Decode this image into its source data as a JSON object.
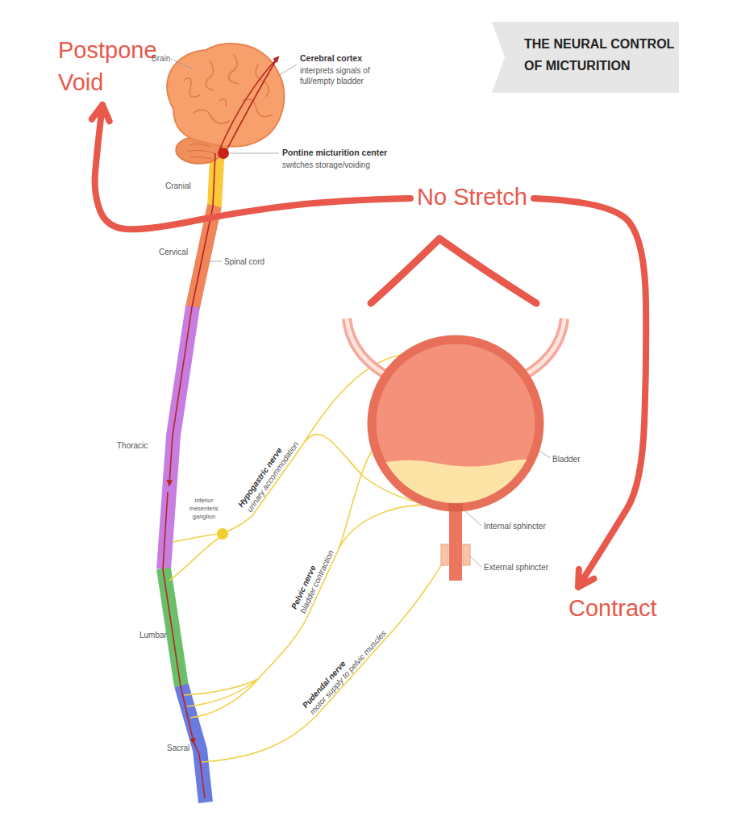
{
  "diagram": {
    "title": "THE NEURAL CONTROL OF MICTURITION",
    "nodes": [
      {
        "text": [
          "Postpone Void"
        ]
      },
      {
        "text": [
          "No Stretch"
        ]
      },
      {
        "text": [
          "Contract"
        ]
      }
    ],
    "edges": [
      {
        "from": 1,
        "to": 0,
        "arrow": "to"
      },
      {
        "from": 1,
        "to": 2,
        "arrow": "to"
      }
    ],
    "labels": [
      "Brain",
      "Cerebral cortex",
      "interprets signals of full/empty bladder",
      "Pontine micturition center",
      "switches storage/voiding",
      "Cranial",
      "Cervical",
      "Spinal cord",
      "Thoracic",
      "inferior mesenteric ganglion",
      "Hypogastric nerve",
      "urinary accommodation",
      "Pelvic nerve",
      "bladder contraction",
      "Pudendal nerve",
      "motor supply to pelvic muscles",
      "Lumbar",
      "Sacral",
      "Bladder",
      "Internal sphincter",
      "External sphincter"
    ]
  }
}
